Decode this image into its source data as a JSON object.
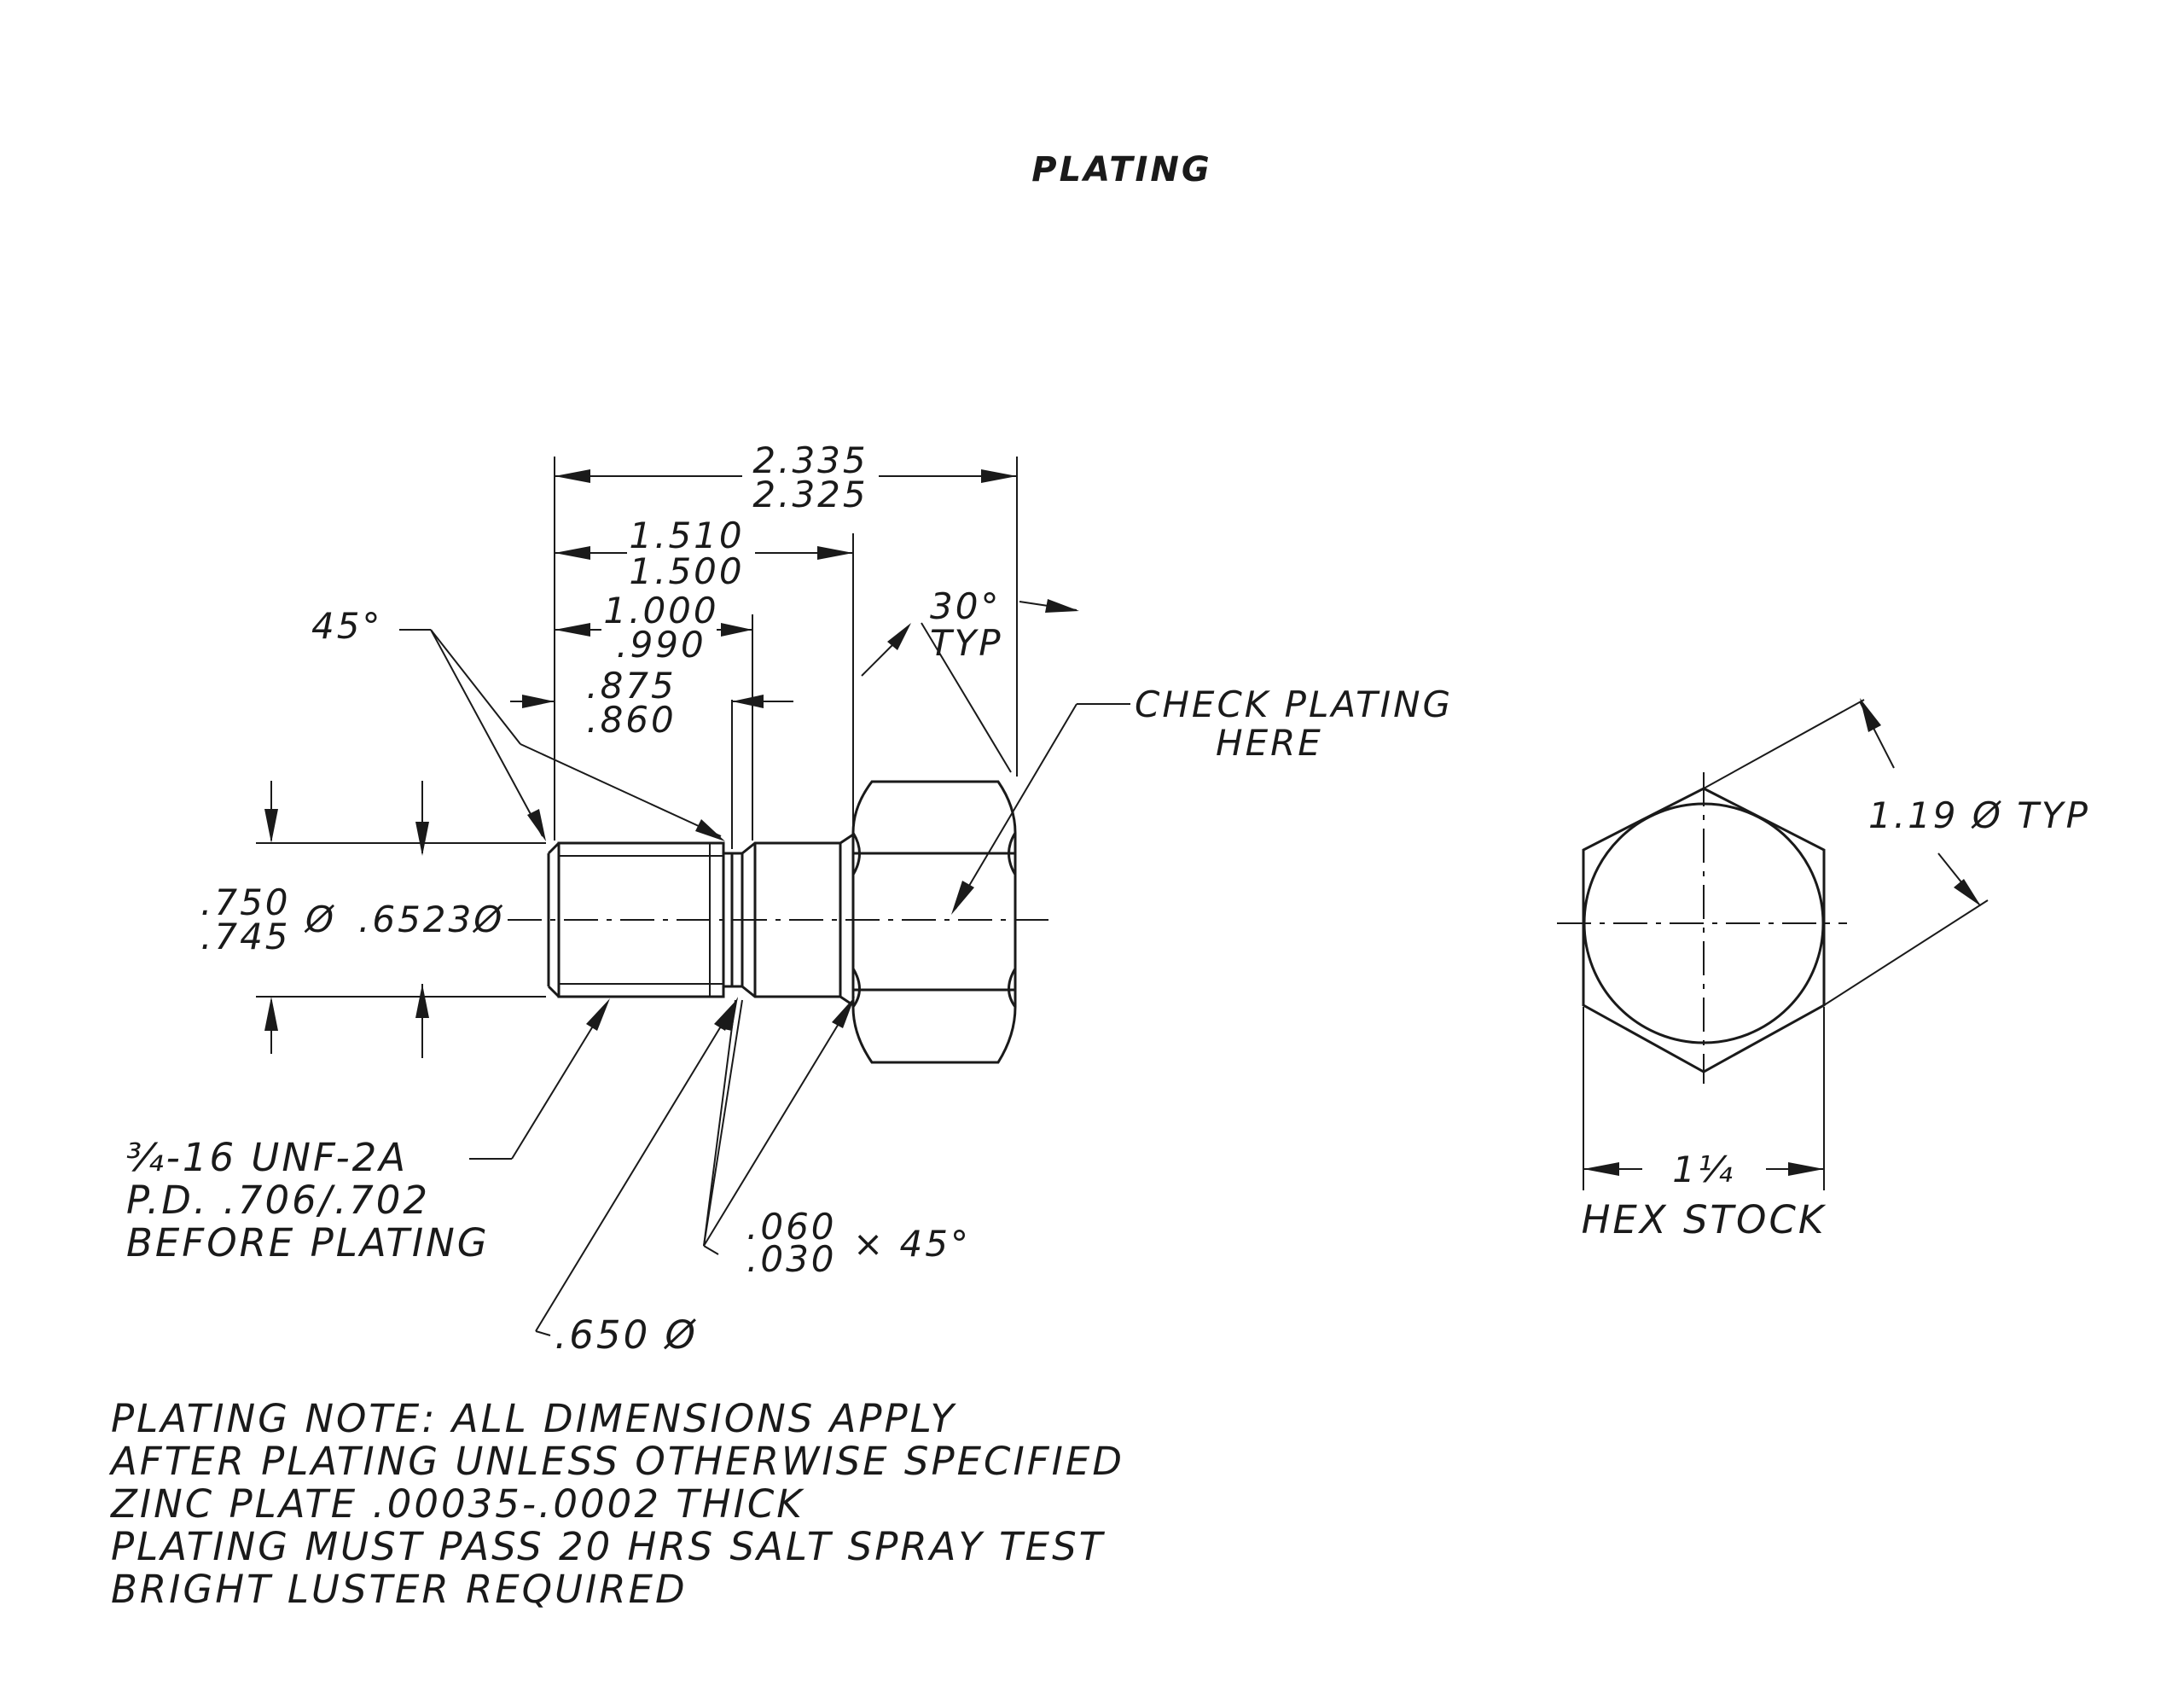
{
  "title": "PLATING",
  "dimensions": {
    "overall_length": {
      "max": "2.335",
      "min": "2.325"
    },
    "shoulder_length": {
      "max": "1.510",
      "min": "1.500"
    },
    "thread_length": {
      "max": "1.000",
      "min": ".990"
    },
    "undercut_length": {
      "max": ".875",
      "min": ".860"
    },
    "chamfer_angle": "45°",
    "hex_chamfer": {
      "angle": "30°",
      "note": "TYP"
    },
    "major_diameter": {
      "max": ".750",
      "min": ".745",
      "symbol": "Ø"
    },
    "minor_diameter": ".6523Ø",
    "across_corners": "1.19 Ø TYP",
    "across_flats": "1¼",
    "hex_stock_label": "HEX STOCK",
    "undercut_diameter": ".650 Ø",
    "shoulder_chamfer": {
      "max": ".060",
      "min": ".030",
      "angle": "× 45°"
    }
  },
  "callouts": {
    "check_plating": [
      "CHECK PLATING",
      "HERE"
    ],
    "thread_spec": [
      "¾-16 UNF-2A",
      "P.D. .706/.702",
      "BEFORE PLATING"
    ]
  },
  "plating_note": [
    "PLATING NOTE: ALL DIMENSIONS APPLY",
    "AFTER PLATING UNLESS OTHERWISE SPECIFIED",
    "ZINC PLATE .00035-.0002 THICK",
    "PLATING MUST PASS 20 HRS SALT SPRAY TEST",
    "BRIGHT LUSTER REQUIRED"
  ]
}
